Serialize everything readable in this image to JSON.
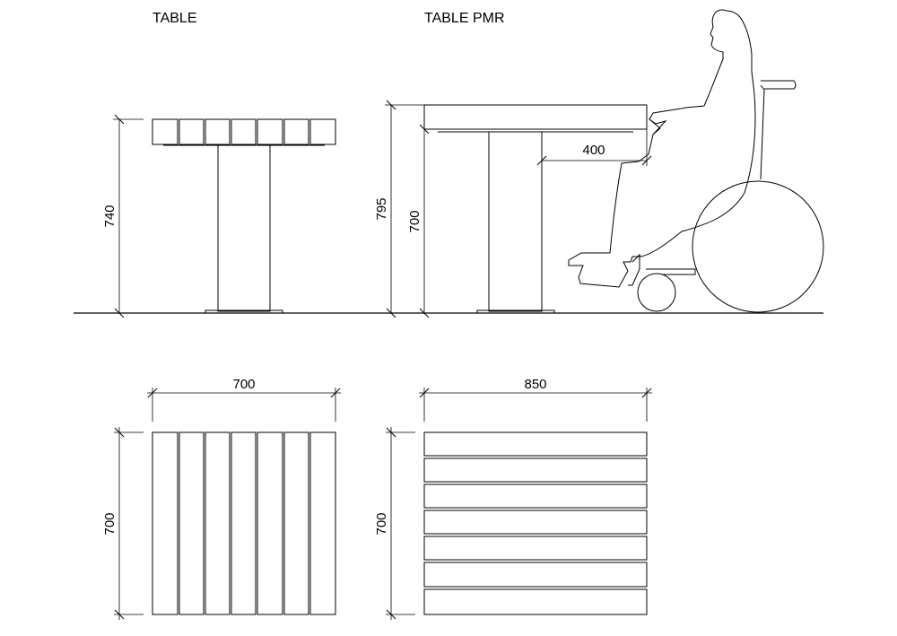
{
  "titles": {
    "table": "TABLE",
    "table_pmr": "TABLE PMR"
  },
  "dimensions": {
    "table_height": "740",
    "pmr_total_height": "795",
    "pmr_knee_height": "700",
    "pmr_overhang": "400",
    "table_width": "700",
    "table_depth": "700",
    "pmr_width": "850",
    "pmr_depth": "700"
  },
  "colors": {
    "line": "#000000",
    "background": "#ffffff"
  }
}
